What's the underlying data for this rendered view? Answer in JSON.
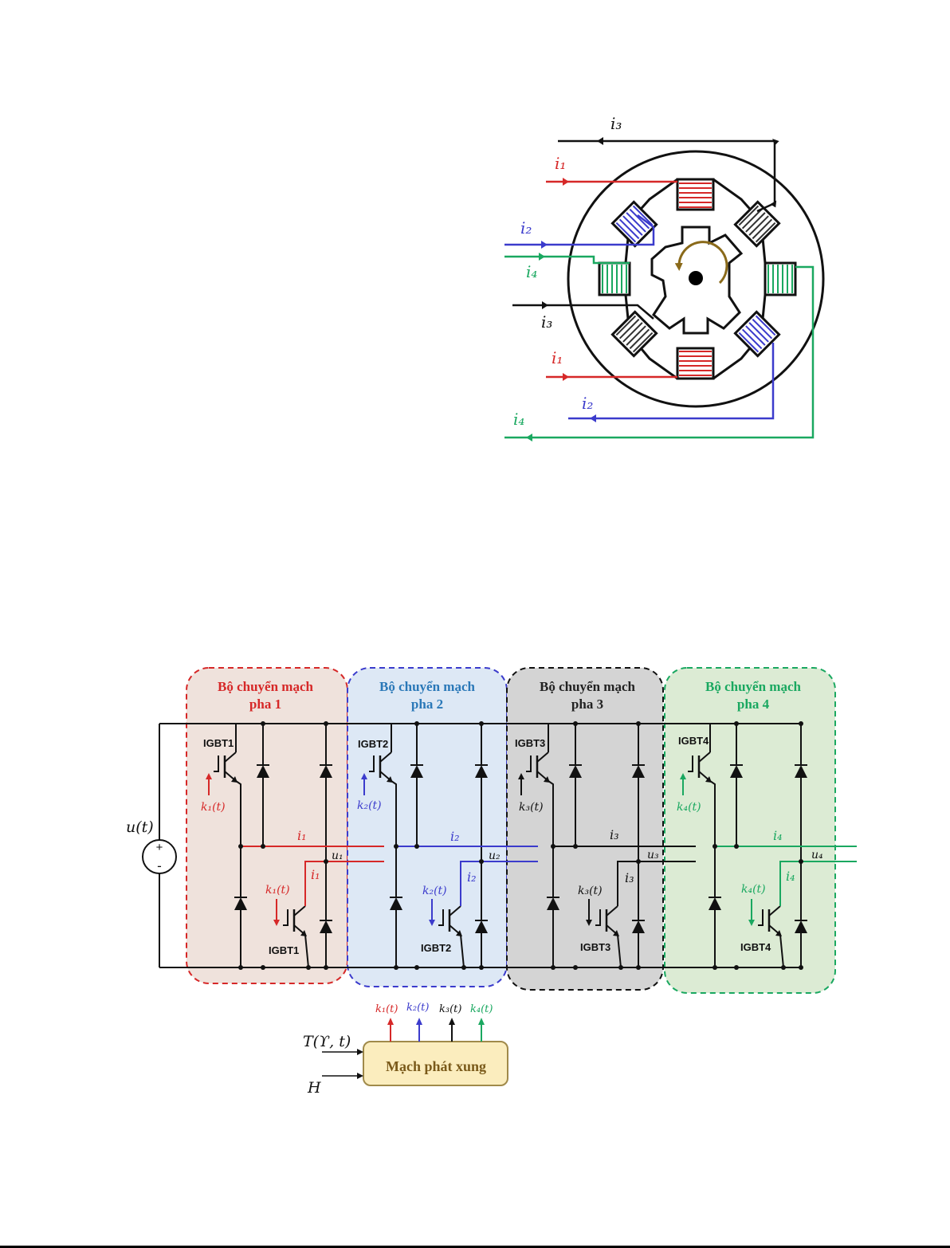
{
  "colors": {
    "phase1": "#d62828",
    "phase2": "#3b3bcc",
    "phase3": "#111111",
    "phase4": "#1aa860",
    "phase1_fill": "#efe2dc",
    "phase2_fill": "#dde8f5",
    "phase3_fill": "#d4d4d4",
    "phase4_fill": "#dcebd4",
    "title1": "#d62828",
    "title2": "#2a78b8",
    "title3": "#222222",
    "title4": "#1aa860",
    "pulse_fill": "#fbedbe",
    "pulse_border": "#a08a4a",
    "pulse_text": "#7a5a1a",
    "rotor_arrow": "#8a6a1a"
  },
  "motor": {
    "i1_top": "i₁",
    "i1_bottom": "i₁",
    "i2_top": "i₂",
    "i2_bottom": "i₂",
    "i3_top": "i₃",
    "i3_mid": "i₃",
    "i4_mid": "i₄",
    "i4_bottom": "i₄"
  },
  "converter": {
    "source_label": "u(t)",
    "plus": "+",
    "minus": "-",
    "phases": [
      {
        "title_line1": "Bộ chuyển mạch",
        "title_line2": "pha 1",
        "igbt_top": "IGBT1",
        "igbt_bottom": "IGBT1",
        "k_top": "k₁(t)",
        "k_bottom": "k₁(t)",
        "i_upper": "i₁",
        "i_lower": "i₁",
        "u": "u₁"
      },
      {
        "title_line1": "Bộ chuyển mạch",
        "title_line2": "pha 2",
        "igbt_top": "IGBT2",
        "igbt_bottom": "IGBT2",
        "k_top": "k₂(t)",
        "k_bottom": "k₂(t)",
        "i_upper": "i₂",
        "i_lower": "i₂",
        "u": "u₂"
      },
      {
        "title_line1": "Bộ chuyển mạch",
        "title_line2": "pha 3",
        "igbt_top": "IGBT3",
        "igbt_bottom": "IGBT3",
        "k_top": "k₃(t)",
        "k_bottom": "k₃(t)",
        "i_upper": "i₃",
        "i_lower": "i₃",
        "u": "u₃"
      },
      {
        "title_line1": "Bộ chuyển mạch",
        "title_line2": "pha 4",
        "igbt_top": "IGBT4",
        "igbt_bottom": "IGBT4",
        "k_top": "k₄(t)",
        "k_bottom": "k₄(t)",
        "i_upper": "i₄",
        "i_lower": "i₄",
        "u": "u₄"
      }
    ]
  },
  "pulse_generator": {
    "label": "Mạch phát xung",
    "input_T": "T(ϒ, t)",
    "input_H": "H",
    "outputs": [
      "k₁(t)",
      "k₂(t)",
      "k₃(t)",
      "k₄(t)"
    ]
  }
}
